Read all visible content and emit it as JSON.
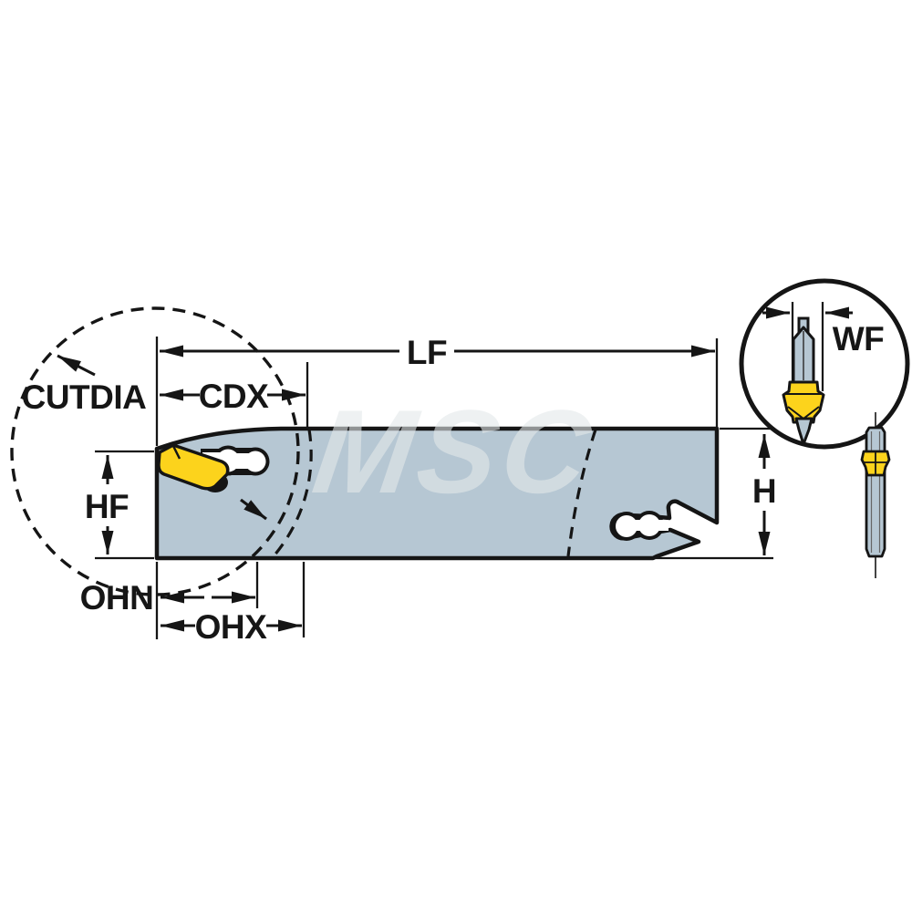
{
  "watermark": "MSC",
  "dimensions": {
    "lf": "LF",
    "cdx": "CDX",
    "cutdia": "CUTDIA",
    "hf": "HF",
    "ohn": "OHN",
    "ohx": "OHX",
    "h": "H",
    "wf": "WF"
  },
  "colors": {
    "blade": "#b6c7d3",
    "insert": "#fcd31c",
    "outline": "#151515",
    "background": "#ffffff"
  }
}
